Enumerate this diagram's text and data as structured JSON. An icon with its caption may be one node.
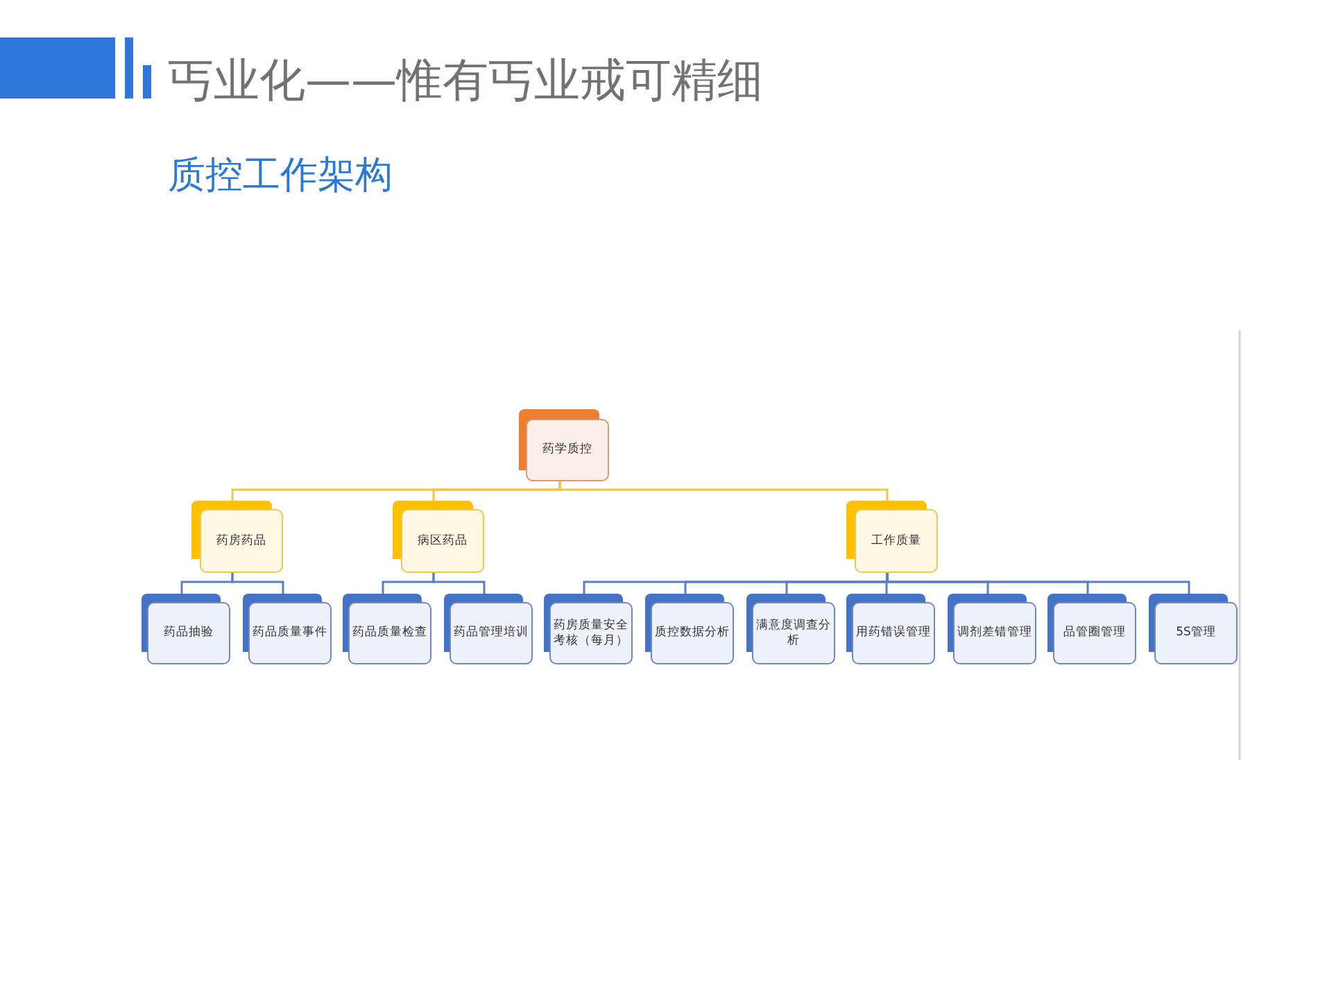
{
  "diagram": {
    "title": "丐业化——惟有丐业戒可精细",
    "nodes": [
      {
        "text": [
          "药学质控"
        ]
      },
      {
        "text": [
          "药房药品"
        ]
      },
      {
        "text": [
          "病区药品"
        ]
      },
      {
        "text": [
          "工作质量"
        ]
      },
      {
        "text": [
          "药品抽验"
        ]
      },
      {
        "text": [
          "药品质量事件"
        ]
      },
      {
        "text": [
          "药品质量检查"
        ]
      },
      {
        "text": [
          "药品管理培训"
        ]
      },
      {
        "text": [
          "药房质量安全考核（每月）"
        ]
      },
      {
        "text": [
          "质控数据分析"
        ]
      },
      {
        "text": [
          "满意度调查分析"
        ]
      },
      {
        "text": [
          "用药错误管理"
        ]
      },
      {
        "text": [
          "调剂差错管理"
        ]
      },
      {
        "text": [
          "品管圈管理"
        ]
      },
      {
        "text": [
          "5S管理"
        ]
      }
    ],
    "edges": [
      {
        "from": 0,
        "to": 1,
        "arrow": "none",
        "color": "#f5c342"
      },
      {
        "from": 0,
        "to": 2,
        "arrow": "none",
        "color": "#f5c342"
      },
      {
        "from": 0,
        "to": 3,
        "arrow": "none",
        "color": "#f5c342"
      },
      {
        "from": 1,
        "to": 4,
        "arrow": "none"
      },
      {
        "from": 1,
        "to": 5,
        "arrow": "none"
      },
      {
        "from": 2,
        "to": 6,
        "arrow": "none"
      },
      {
        "from": 2,
        "to": 7,
        "arrow": "none"
      },
      {
        "from": 3,
        "to": 8,
        "arrow": "none"
      },
      {
        "from": 3,
        "to": 9,
        "arrow": "none"
      },
      {
        "from": 3,
        "to": 10,
        "arrow": "none"
      },
      {
        "from": 3,
        "to": 11,
        "arrow": "none"
      },
      {
        "from": 3,
        "to": 12,
        "arrow": "none"
      },
      {
        "from": 3,
        "to": 13,
        "arrow": "none"
      },
      {
        "from": 3,
        "to": 14,
        "arrow": "none"
      }
    ],
    "labels": [
      "质控工作架构"
    ]
  }
}
